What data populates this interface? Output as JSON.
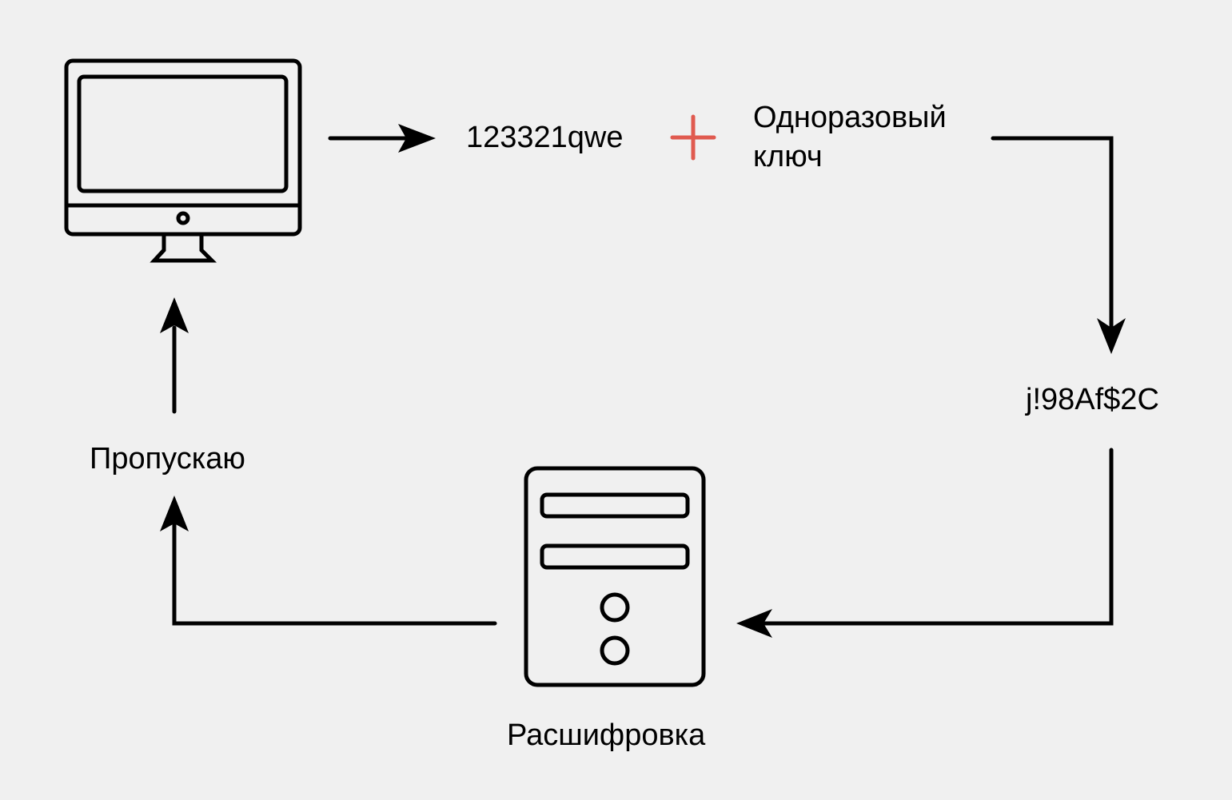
{
  "colors": {
    "background": "#f0f0f0",
    "stroke": "#000000",
    "screen_fill": "#b3cfd6",
    "accent_red": "#e05a4f",
    "white": "#ffffff"
  },
  "nodes": {
    "computer": {
      "icon": "monitor-icon"
    },
    "password": {
      "label": "123321qwe"
    },
    "plus": {
      "icon": "plus-icon"
    },
    "one_time_key": {
      "line1": "Одноразовый",
      "line2": "ключ"
    },
    "encrypted": {
      "label": "j!98Af$2C"
    },
    "server": {
      "icon": "server-icon",
      "label": "Расшифровка"
    },
    "allow": {
      "label": "Пропускаю"
    }
  }
}
